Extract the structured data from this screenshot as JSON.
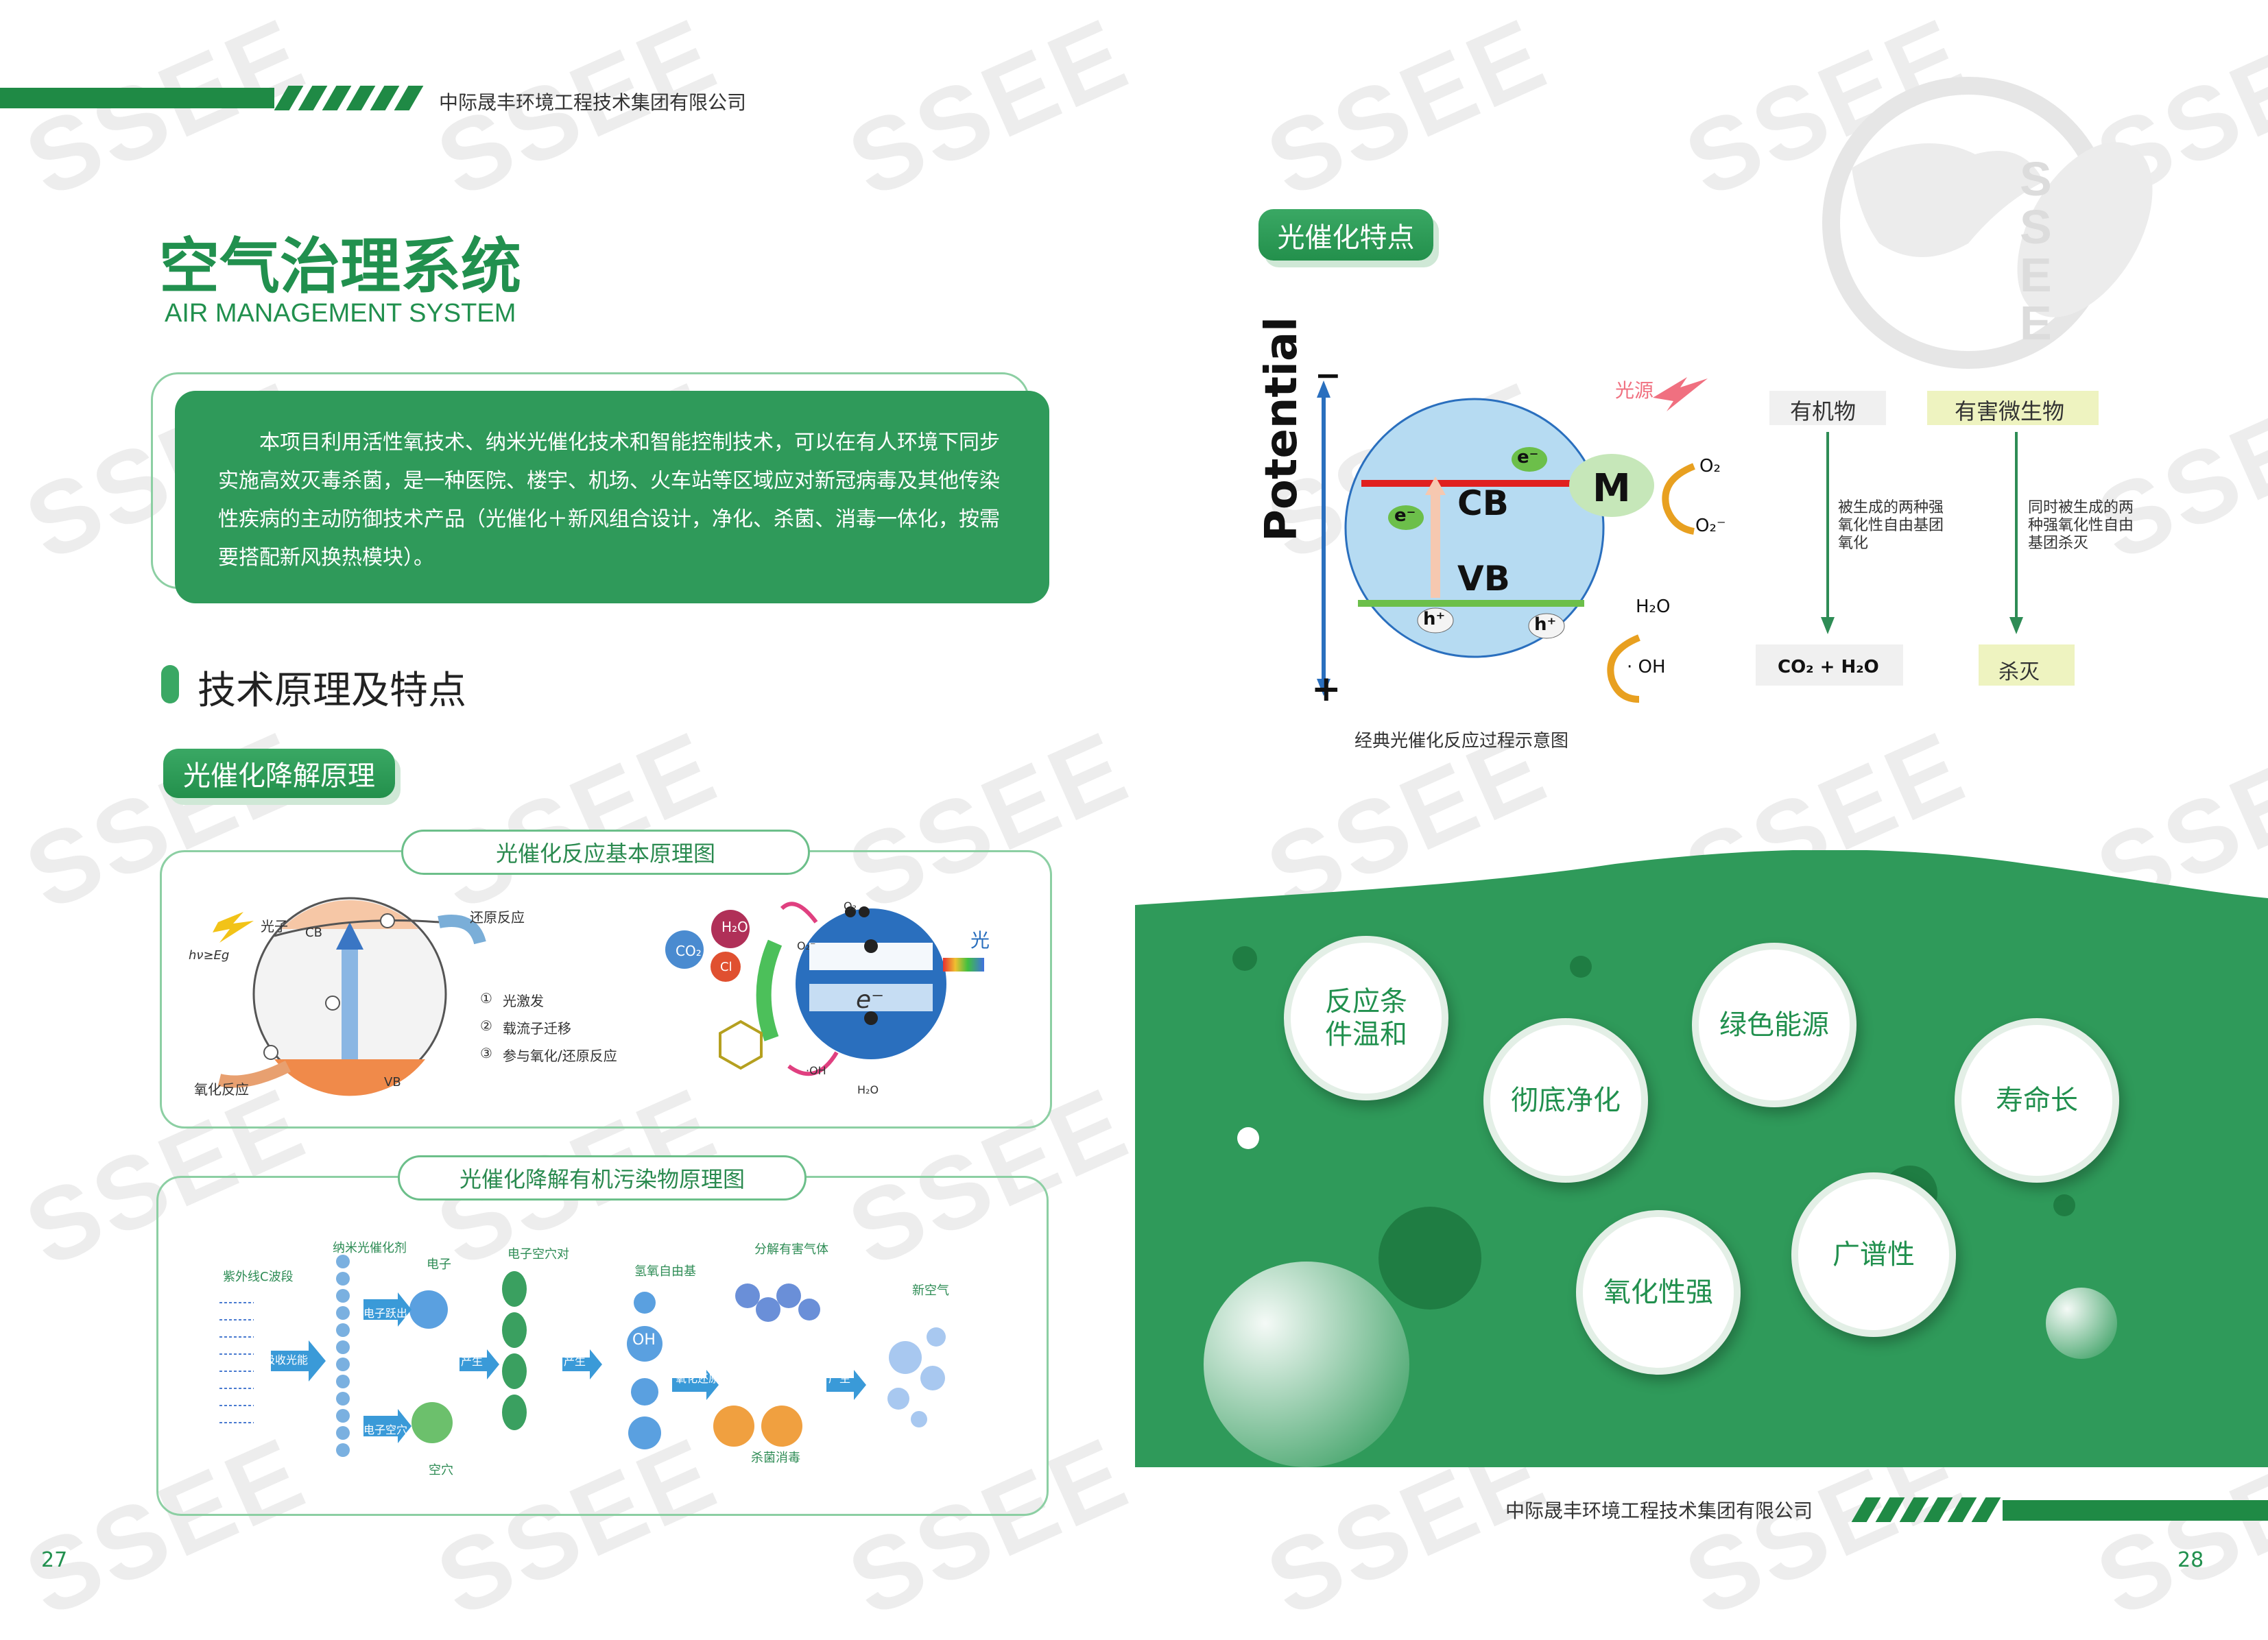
{
  "company": "中际晟丰环境工程技术集团有限公司",
  "watermark": "SSEE",
  "page_left_number": "27",
  "page_right_number": "28",
  "title_cn": "空气治理系统",
  "title_en": "AIR MANAGEMENT SYSTEM",
  "intro_paragraph": "本项目利用活性氧技术、纳米光催化技术和智能控制技术，可以在有人环境下同步实施高效灭毒杀菌，是一种医院、楼宇、机场、火车站等区域应对新冠病毒及其他传染性疾病的主动防御技术产品（光催化＋新风组合设计，净化、杀菌、消毒一体化，按需要搭配新风换热模块）。",
  "section_heading": "技术原理及特点",
  "tag_principle": "光催化降解原理",
  "tag_features": "光催化特点",
  "diagram1": {
    "caption": "光催化反应基本原理图",
    "photon": "光子",
    "hv": "hν≥Eg",
    "cb": "CB",
    "vb": "VB",
    "reduction": "还原反应",
    "oxidation": "氧化反应",
    "legend": [
      "光激发",
      "载流子迁移",
      "参与氧化/还原反应"
    ],
    "num1": "①",
    "num2": "②",
    "num3": "③",
    "mol_h2o": "H₂O",
    "mol_co2": "CO₂",
    "mol_cl": "Cl",
    "mol_o2": "O₂",
    "mol_o2r": "O₂⁻",
    "mol_oh": "·OH",
    "mol_h2o_b": "H₂O",
    "electron": "e⁻",
    "light": "光"
  },
  "diagram2": {
    "caption": "光催化降解有机污染物原理图",
    "uv": "紫外线C波段",
    "nano": "纳米光催化剂",
    "absorb": "吸收光能",
    "electron": "电子",
    "hole_pair": "电子空穴对",
    "electron_out": "电子跃出",
    "electron_hole": "电子空穴",
    "produce1": "产生",
    "produce2": "产生",
    "hydroxyl": "氢氧自由基",
    "oh": "OH",
    "oxidize": "氧化还原",
    "decompose": "分解有害气体",
    "bacteria": "杀菌消毒",
    "produce3": "产生",
    "fresh_air": "新空气",
    "air": "空穴"
  },
  "diagram3": {
    "potential": "Potential",
    "minus": "−",
    "plus": "+",
    "light_source": "光源",
    "e_minus": "e⁻",
    "cb": "CB",
    "vb": "VB",
    "m": "M",
    "h_plus": "h⁺",
    "o2": "O₂",
    "o2r": "O₂⁻",
    "h2o": "H₂O",
    "oh": "· OH",
    "caption": "经典光催化反应过程示意图",
    "organics": "有机物",
    "microbes": "有害微生物",
    "organics_text": "被生成的两种强氧化性自由基团氧化",
    "microbes_text": "同时被生成的两种强氧化性自由基团杀灭",
    "organics_result": "CO₂ + H₂O",
    "microbes_result": "杀灭"
  },
  "features": [
    "反应条件温和",
    "彻底净化",
    "绿色能源",
    "寿命长",
    "氧化性强",
    "广谱性"
  ],
  "colors": {
    "brand_green": "#21904e",
    "light_green": "#3aa864"
  }
}
